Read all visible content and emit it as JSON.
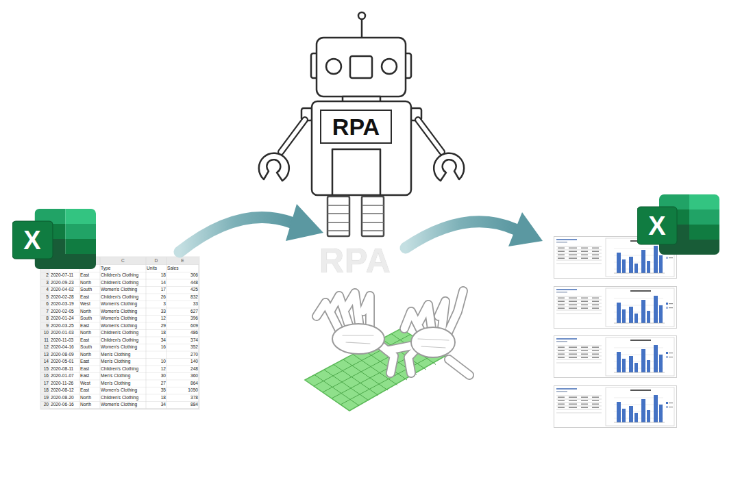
{
  "diagram": {
    "nodes": [
      {
        "text": [
          "X"
        ]
      },
      {
        "text": [
          "RPA"
        ]
      },
      {
        "text": [
          "X"
        ]
      }
    ],
    "labels": [
      "RPA",
      "C",
      "D",
      "E",
      "Type",
      "Units",
      "Sales",
      "2",
      "2020-07-11",
      "East",
      "Children's Clothing",
      "18",
      "306",
      "3",
      "2020-09-23",
      "North",
      "Children's Clothing",
      "14",
      "448",
      "4",
      "2020-04-02",
      "South",
      "Women's Clothing",
      "17",
      "425",
      "5",
      "2020-02-28",
      "East",
      "Children's Clothing",
      "26",
      "832",
      "6",
      "2020-03-19",
      "West",
      "Women's Clothing",
      "3",
      "33",
      "7",
      "2020-02-05",
      "North",
      "Women's Clothing",
      "33",
      "627",
      "8",
      "2020-01-24",
      "South",
      "Women's Clothing",
      "12",
      "396",
      "9",
      "2020-03-25",
      "East",
      "Women's Clothing",
      "29",
      "609",
      "10",
      "2020-01-03",
      "North",
      "Children's Clothing",
      "18",
      "486",
      "11",
      "2020-11-03",
      "East",
      "Children's Clothing",
      "34",
      "374",
      "12",
      "2020-04-16",
      "South",
      "Women's Clothing",
      "16",
      "352",
      "13",
      "2020-08-09",
      "North",
      "Men's Clothing",
      "270",
      "14",
      "2020-05-01",
      "East",
      "Men's Clothing",
      "10",
      "140",
      "15",
      "2020-08-11",
      "East",
      "Children's Clothing",
      "12",
      "248",
      "16",
      "2020-01-07",
      "East",
      "Men's Clothing",
      "30",
      "360",
      "17",
      "2020-11-26",
      "West",
      "Men's Clothing",
      "27",
      "864",
      "18",
      "2020-08-12",
      "East",
      "Women's Clothing",
      "35",
      "1050",
      "19",
      "2020-08-20",
      "North",
      "Children's Clothing",
      "18",
      "378",
      "20",
      "2020-06-16",
      "North",
      "Women's Clothing",
      "34",
      "884"
    ]
  }
}
